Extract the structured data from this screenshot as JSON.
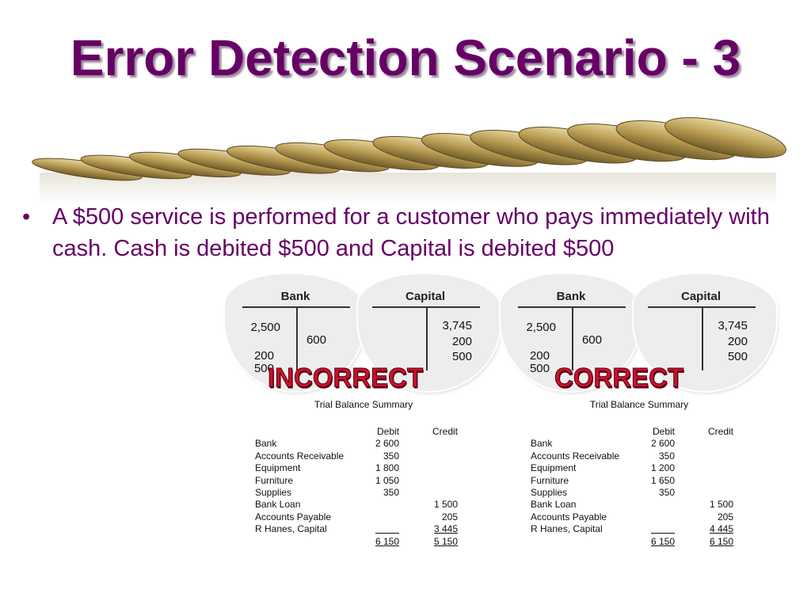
{
  "slide": {
    "title": "Error Detection Scenario - 3",
    "bullet": "A $500 service is performed for a customer who pays immediately with cash. Cash is debited $500 and Capital is debited $500"
  },
  "panels": [
    {
      "stamp": "INCORRECT",
      "bank": {
        "title": "Bank",
        "debits": [
          "2,500",
          "200",
          "500"
        ],
        "credits": [
          "600"
        ]
      },
      "capital": {
        "title": "Capital",
        "debits": [],
        "credits": [
          "3,745",
          "200",
          "500"
        ]
      },
      "trial_balance": {
        "title": "Trial Balance Summary",
        "headers": {
          "debit": "Debit",
          "credit": "Credit"
        },
        "rows": [
          {
            "name": "Bank",
            "debit": "2 600",
            "credit": ""
          },
          {
            "name": "Accounts Receivable",
            "debit": "350",
            "credit": ""
          },
          {
            "name": "Equipment",
            "debit": "1 800",
            "credit": ""
          },
          {
            "name": "Furniture",
            "debit": "1 050",
            "credit": ""
          },
          {
            "name": "Supplies",
            "debit": "350",
            "credit": ""
          },
          {
            "name": "Bank Loan",
            "debit": "",
            "credit": "1 500"
          },
          {
            "name": "Accounts Payable",
            "debit": "",
            "credit": "205"
          },
          {
            "name": "R Hanes, Capital",
            "debit": "",
            "credit": "3 445"
          }
        ],
        "totals": {
          "debit": "6 150",
          "credit": "5 150"
        }
      }
    },
    {
      "stamp": "CORRECT",
      "bank": {
        "title": "Bank",
        "debits": [
          "2,500",
          "200",
          "500"
        ],
        "credits": [
          "600"
        ]
      },
      "capital": {
        "title": "Capital",
        "debits": [],
        "credits": [
          "3,745",
          "200",
          "500"
        ]
      },
      "trial_balance": {
        "title": "Trial Balance Summary",
        "headers": {
          "debit": "Debit",
          "credit": "Credit"
        },
        "rows": [
          {
            "name": "Bank",
            "debit": "2 600",
            "credit": ""
          },
          {
            "name": "Accounts Receivable",
            "debit": "350",
            "credit": ""
          },
          {
            "name": "Equipment",
            "debit": "1 200",
            "credit": ""
          },
          {
            "name": "Furniture",
            "debit": "1 650",
            "credit": ""
          },
          {
            "name": "Supplies",
            "debit": "350",
            "credit": ""
          },
          {
            "name": "Bank Loan",
            "debit": "",
            "credit": "1 500"
          },
          {
            "name": "Accounts Payable",
            "debit": "",
            "credit": "205"
          },
          {
            "name": "R Hanes, Capital",
            "debit": "",
            "credit": "4 445"
          }
        ],
        "totals": {
          "debit": "6 150",
          "credit": "6 150"
        }
      }
    }
  ],
  "colors": {
    "title": "#660066",
    "stamp": "#c8102e",
    "coin": "#b8a060"
  }
}
